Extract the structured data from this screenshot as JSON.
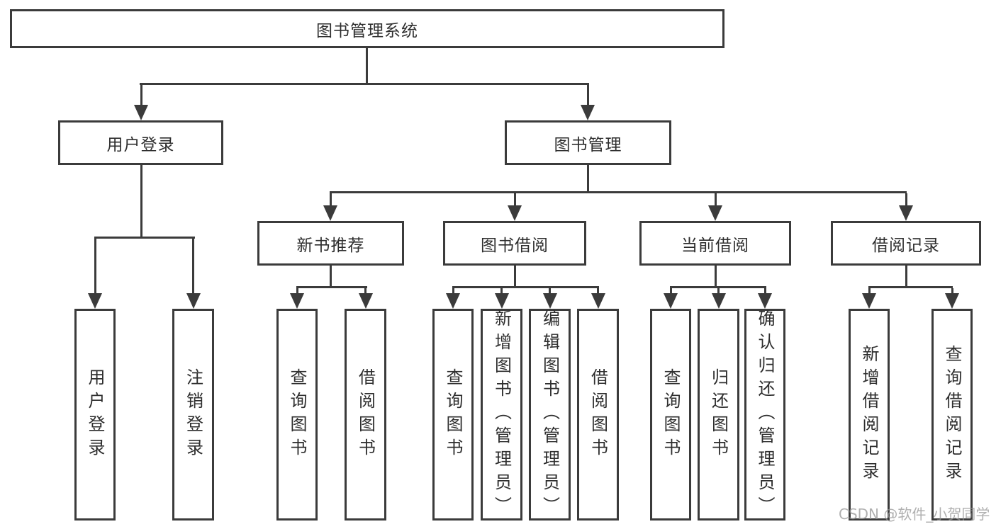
{
  "tree": {
    "label": "图书管理系统",
    "children": [
      {
        "label": "用户登录",
        "children": [
          {
            "label": "用户登录"
          },
          {
            "label": "注销登录"
          }
        ]
      },
      {
        "label": "图书管理",
        "children": [
          {
            "label": "新书推荐",
            "children": [
              {
                "label": "查询图书"
              },
              {
                "label": "借阅图书"
              }
            ]
          },
          {
            "label": "图书借阅",
            "children": [
              {
                "label": "查询图书"
              },
              {
                "label": "新增图书（管理员）"
              },
              {
                "label": "编辑图书（管理员）"
              },
              {
                "label": "借阅图书"
              }
            ]
          },
          {
            "label": "当前借阅",
            "children": [
              {
                "label": "查询图书"
              },
              {
                "label": "归还图书"
              },
              {
                "label": "确认归还（管理员）"
              }
            ]
          },
          {
            "label": "借阅记录",
            "children": [
              {
                "label": "新增借阅记录"
              },
              {
                "label": "查询借阅记录"
              }
            ]
          }
        ]
      }
    ]
  },
  "watermark": "CSDN @软件_小贺同学",
  "colors": {
    "line": "#3b3b3b",
    "text": "#2e2e2e",
    "background": "#ffffff",
    "watermark": "#969696"
  }
}
